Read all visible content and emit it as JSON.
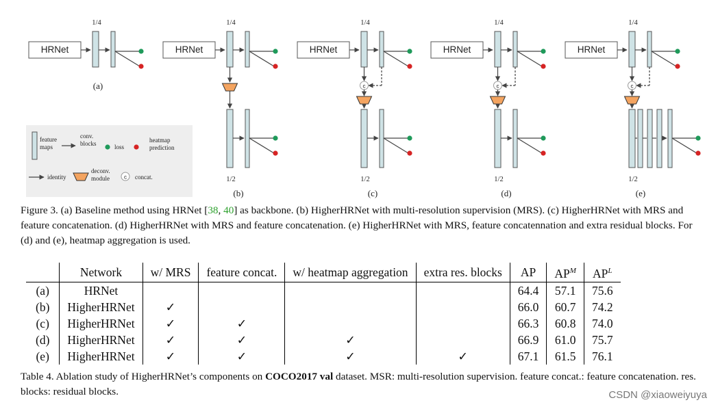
{
  "figure": {
    "panels": [
      {
        "label": "(a)",
        "backbone": "HRNet",
        "top_res": "1/4",
        "bottom_res": "",
        "variant": "baseline"
      },
      {
        "label": "(b)",
        "backbone": "HRNet",
        "top_res": "1/4",
        "bottom_res": "1/2",
        "variant": "mrs"
      },
      {
        "label": "(c)",
        "backbone": "HRNet",
        "top_res": "1/4",
        "bottom_res": "1/2",
        "variant": "concat"
      },
      {
        "label": "(d)",
        "backbone": "HRNet",
        "top_res": "1/4",
        "bottom_res": "1/2",
        "variant": "concat"
      },
      {
        "label": "(e)",
        "backbone": "HRNet",
        "top_res": "1/4",
        "bottom_res": "1/2",
        "variant": "residual"
      }
    ],
    "legend": {
      "feature_maps": "feature maps",
      "conv_blocks": "conv. blocks",
      "loss": "loss",
      "heatmap_prediction": "heatmap prediction",
      "identity": "identity",
      "deconv_module": "deconv. module",
      "concat": "concat.",
      "concat_symbol": "c"
    },
    "colors": {
      "feature_map_fill": "#cfe3e6",
      "loss": "#1f9a5a",
      "heatmap": "#d62424",
      "deconv": "#f4a460",
      "legend_bg": "#eeeeee"
    },
    "caption": {
      "prefix": "Figure 3. (a) Baseline method using HRNet [",
      "ref1": "38",
      "sep": ", ",
      "ref2": "40",
      "rest": "] as backbone. (b) HigherHRNet with multi-resolution supervision (MRS). (c) HigherHRNet with MRS and feature concatenation. (d) HigherHRNet with MRS and feature concatenation. (e) HigherHRNet with MRS, feature concatennation and extra residual blocks. For (d) and (e), heatmap aggregation is used."
    }
  },
  "table": {
    "headers": {
      "network": "Network",
      "mrs": "w/ MRS",
      "concat": "feature concat.",
      "aggregation": "w/ heatmap aggregation",
      "extra": "extra res. blocks",
      "ap": "AP",
      "apm_base": "AP",
      "apm_sup": "M",
      "apl_base": "AP",
      "apl_sup": "L"
    },
    "check_symbol": "✓",
    "rows": [
      {
        "label": "(a)",
        "network": "HRNet",
        "mrs": "",
        "concat": "",
        "aggregation": "",
        "extra": "",
        "ap": "64.4",
        "apm": "57.1",
        "apl": "75.6"
      },
      {
        "label": "(b)",
        "network": "HigherHRNet",
        "mrs": "✓",
        "concat": "",
        "aggregation": "",
        "extra": "",
        "ap": "66.0",
        "apm": "60.7",
        "apl": "74.2"
      },
      {
        "label": "(c)",
        "network": "HigherHRNet",
        "mrs": "✓",
        "concat": "✓",
        "aggregation": "",
        "extra": "",
        "ap": "66.3",
        "apm": "60.8",
        "apl": "74.0"
      },
      {
        "label": "(d)",
        "network": "HigherHRNet",
        "mrs": "✓",
        "concat": "✓",
        "aggregation": "✓",
        "extra": "",
        "ap": "66.9",
        "apm": "61.0",
        "apl": "75.7"
      },
      {
        "label": "(e)",
        "network": "HigherHRNet",
        "mrs": "✓",
        "concat": "✓",
        "aggregation": "✓",
        "extra": "✓",
        "ap": "67.1",
        "apm": "61.5",
        "apl": "76.1"
      }
    ],
    "caption": {
      "prefix": "Table 4. Ablation study of HigherHRNet’s components on ",
      "bold": "COCO2017 val",
      "rest": " dataset. MSR: multi-resolution supervision. feature concat.: feature concatenation. res. blocks: residual blocks."
    }
  },
  "watermark": "CSDN @xiaoweiyuya"
}
